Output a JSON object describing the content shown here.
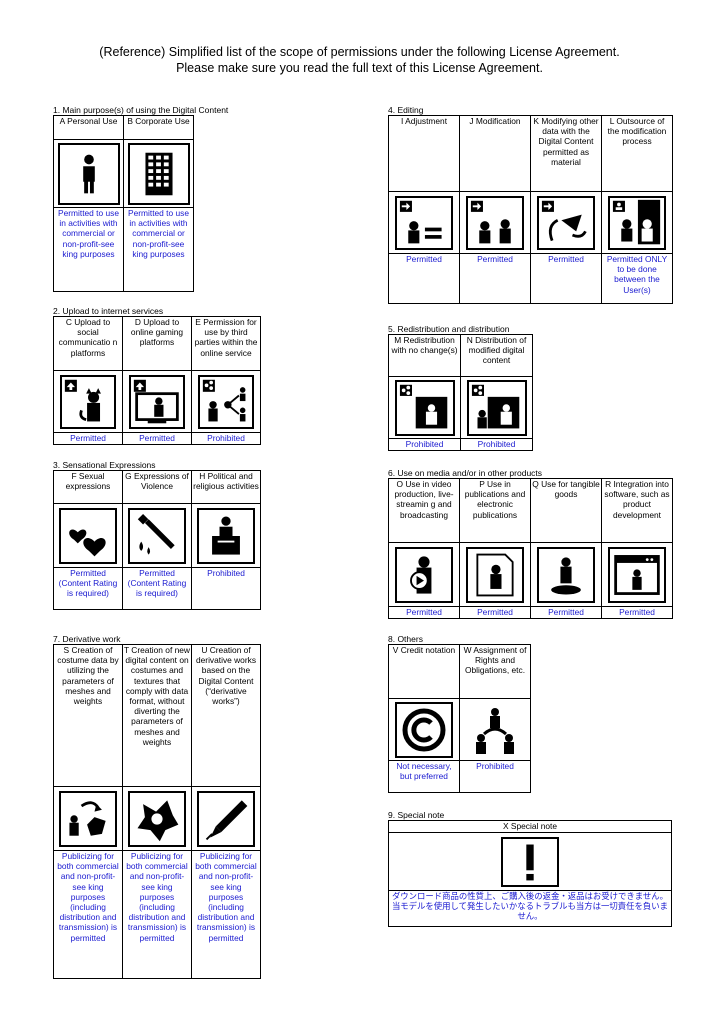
{
  "header": {
    "line1": "(Reference) Simplified list of the scope of permissions under the following License Agreement.",
    "line2": "Please make sure you read the full text of this License Agreement."
  },
  "sections": {
    "s1": {
      "title": "1. Main purpose(s) of using the Digital Content",
      "items": [
        {
          "name": "A Personal Use",
          "icon": "person-icon",
          "status": "Permitted to use in activities with commercial or non-profit-see king purposes"
        },
        {
          "name": "B  Corporate Use",
          "icon": "building-icon",
          "status": "Permitted to use in activities with commercial or non-profit-see king purposes"
        }
      ]
    },
    "s2": {
      "title": "2. Upload to internet services",
      "items": [
        {
          "name": "C Upload to social communicatio n platforms",
          "icon": "social-upload-icon",
          "status": "Permitted"
        },
        {
          "name": "D Upload to online gaming platforms",
          "icon": "game-upload-icon",
          "status": "Permitted"
        },
        {
          "name": "E Permission for use by third parties within the online service",
          "icon": "third-party-share-icon",
          "status": "Prohibited"
        }
      ]
    },
    "s3": {
      "title": "3. Sensational Expressions",
      "items": [
        {
          "name": "F Sexual expressions",
          "icon": "hearts-icon",
          "status": "Permitted (Content Rating is required)"
        },
        {
          "name": "G Expressions of Violence",
          "icon": "knife-icon",
          "status": "Permitted (Content Rating is required)"
        },
        {
          "name": "H Political and religious activities",
          "icon": "podium-icon",
          "status": "Prohibited"
        }
      ]
    },
    "s4": {
      "title": "4. Editing",
      "items": [
        {
          "name": "I Adjustment",
          "icon": "adjust-icon",
          "status": "Permitted"
        },
        {
          "name": "J Modification",
          "icon": "modify-icon",
          "status": "Permitted"
        },
        {
          "name": "K Modifying other data with the Digital Content permitted as material",
          "icon": "material-icon",
          "status": "Permitted"
        },
        {
          "name": "L Outsource of the modification process",
          "icon": "outsource-icon",
          "status": "Permitted ONLY to be done between the User(s)"
        }
      ]
    },
    "s5": {
      "title": "5. Redistribution and distribution",
      "items": [
        {
          "name": "M Redistribution with no change(s)",
          "icon": "redistribute-icon",
          "status": "Prohibited"
        },
        {
          "name": "N Distribution of modified digital content",
          "icon": "distribute-modified-icon",
          "status": "Prohibited"
        }
      ]
    },
    "s6": {
      "title": "6. Use on media and/or in other products",
      "items": [
        {
          "name": "O Use in video production, live-streamin g and broadcasting",
          "icon": "video-icon",
          "status": "Permitted"
        },
        {
          "name": "P Use in publications and electronic publications",
          "icon": "publication-icon",
          "status": "Permitted"
        },
        {
          "name": "Q Use for tangible goods",
          "icon": "figure-icon",
          "status": "Permitted"
        },
        {
          "name": "R Integration into software, such as product development",
          "icon": "software-icon",
          "status": "Permitted"
        }
      ]
    },
    "s7": {
      "title": "7. Derivative work",
      "items": [
        {
          "name": "S Creation of costume data by utilizing the parameters of meshes and weights",
          "icon": "costume-icon",
          "status": "Publicizing for both commercial and non-profit-see king purposes (including distribution and transmission) is permitted"
        },
        {
          "name": "T Creation of new digital content on costumes and textures that comply with data format, without diverting the parameters of meshes and weights",
          "icon": "texture-icon",
          "status": "Publicizing for both commercial and non-profit-see king purposes (including distribution and transmission) is permitted"
        },
        {
          "name": "U Creation of derivative works based on the Digital Content (“derivative works”)",
          "icon": "pen-icon",
          "status": "Publicizing for both commercial and non-profit-see king purposes (including distribution and transmission) is permitted"
        }
      ]
    },
    "s8": {
      "title": "8. Others",
      "items": [
        {
          "name": "V Credit notation",
          "icon": "copyright-icon",
          "status": "Not necessary, but preferred"
        },
        {
          "name": "W Assignment of Rights and Obligations, etc.",
          "icon": "assignment-icon",
          "status": "Prohibited"
        }
      ]
    },
    "s9": {
      "title": "9. Special note",
      "name": "X Special note",
      "icon": "exclamation-icon",
      "note": "ダウンロード商品の性質上、ご購入後の返金・返品はお受けできません。当モデルを使用して発生したいかなるトラブルも当方は一切責任を負いません。"
    }
  }
}
